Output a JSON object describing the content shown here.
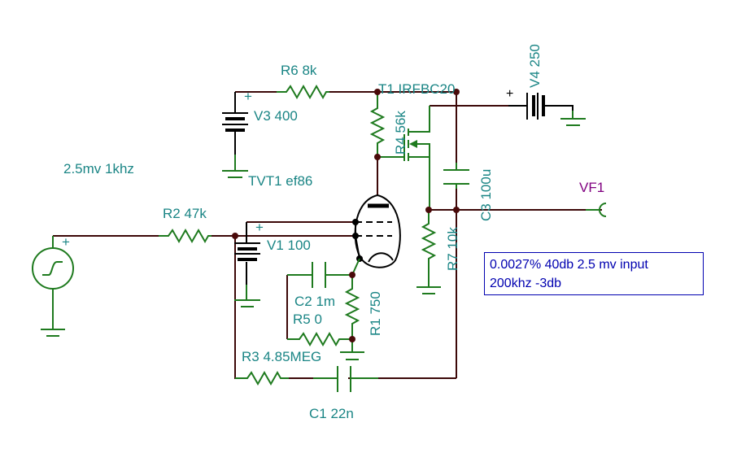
{
  "schematic": {
    "source_label": "2.5mv 1khz",
    "components": {
      "r6": "R6 8k",
      "v3": "V3 400",
      "t1": "T1 IRFBC20",
      "r4": "R4 56k",
      "tvt1": "TVT1 ef86",
      "v4": "V4 250",
      "c3": "C3 100u",
      "vf1": "VF1",
      "r2": "R2 47k",
      "v1": "V1 100",
      "c2": "C2 1m",
      "r7": "R7 10k",
      "r1": "R1 750",
      "r5": "R5 0",
      "r3": "R3 4.85MEG",
      "c1": "C1 22n"
    },
    "note": {
      "line1": "0.0027% 40db 2.5 mv input",
      "line2": "200khz -3db"
    },
    "plus_sign": "+",
    "colors": {
      "wire": "#3c0808",
      "component": "#1e7a1e",
      "label": "#1a8585",
      "probe_label": "#800080",
      "note": "#0000b0"
    }
  }
}
